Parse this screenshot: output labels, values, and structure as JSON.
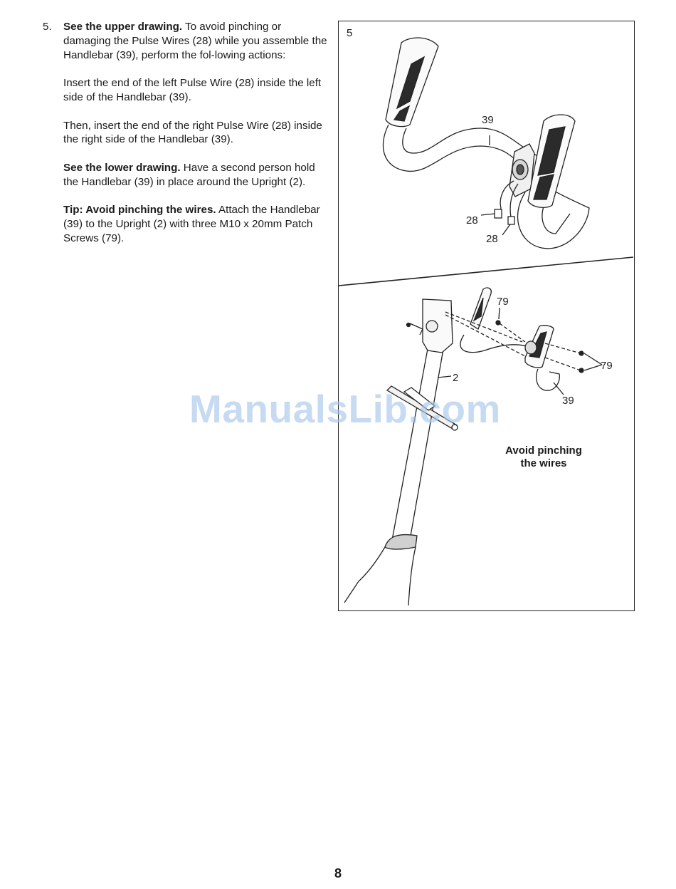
{
  "step": {
    "number": "5.",
    "paragraphs": [
      {
        "bold": "See the upper drawing.",
        "text": " To avoid pinching or damaging the Pulse Wires (28) while you assemble the Handlebar (39), perform the fol-lowing actions:"
      },
      {
        "bold": "",
        "text": "Insert the end of the left Pulse Wire (28) inside the left side of the Handlebar (39)."
      },
      {
        "bold": "",
        "text": "Then, insert the end of the right Pulse Wire (28) inside the right side of the Handlebar (39)."
      },
      {
        "bold": "See the lower drawing.",
        "text": " Have a second person hold the Handlebar (39) in place around the Upright (2)."
      },
      {
        "bold": "Tip: Avoid pinching the wires.",
        "text": " Attach the Handlebar (39) to the Upright (2) with three M10 x 20mm Patch Screws (79)."
      }
    ]
  },
  "figure": {
    "step_label": "5",
    "upper_callouts": {
      "handlebar": "39",
      "wire_left": "28",
      "wire_right": "28"
    },
    "lower_callouts": {
      "screw_top": "79",
      "screw_right": "79",
      "upright": "2",
      "handlebar": "39"
    },
    "warning_line1": "Avoid pinching",
    "warning_line2": "the wires"
  },
  "watermark": "ManualsLib.com",
  "page_number": "8"
}
